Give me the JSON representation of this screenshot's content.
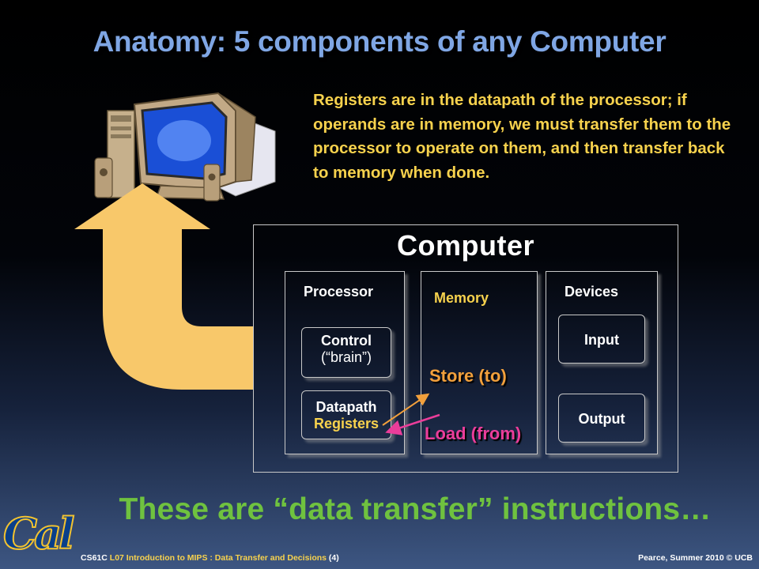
{
  "slide": {
    "title": "Anatomy: 5 components of any Computer",
    "note": "Registers are in the datapath of the processor;  if operands are in memory, we must transfer them to the processor to operate on them, and then transfer back to memory when done.",
    "bottom_text": "These are “data transfer” instructions…"
  },
  "diagram": {
    "computer_label": "Computer",
    "processor": {
      "title": "Processor",
      "control_label": "Control",
      "control_sub": "(“brain”)",
      "datapath_label": "Datapath",
      "registers_label": "Registers"
    },
    "memory": {
      "title": "Memory"
    },
    "devices": {
      "title": "Devices",
      "input_label": "Input",
      "output_label": "Output"
    },
    "store_label": "Store (to)",
    "load_label": "Load (from)"
  },
  "footer": {
    "course": "CS61C",
    "lecture": "L07 Introduction to MIPS : Data Transfer and Decisions",
    "page": "(4)",
    "credit": "Pearce,  Summer 2010 © UCB"
  },
  "logo": {
    "text": "Cal"
  },
  "colors": {
    "title": "#7fa6e4",
    "note": "#f7d24d",
    "store": "#f2a03c",
    "load": "#ea3d9a",
    "bottom_text": "#6fc23f",
    "arrow": "#f8c86a",
    "logo": "#0a3f8a"
  }
}
